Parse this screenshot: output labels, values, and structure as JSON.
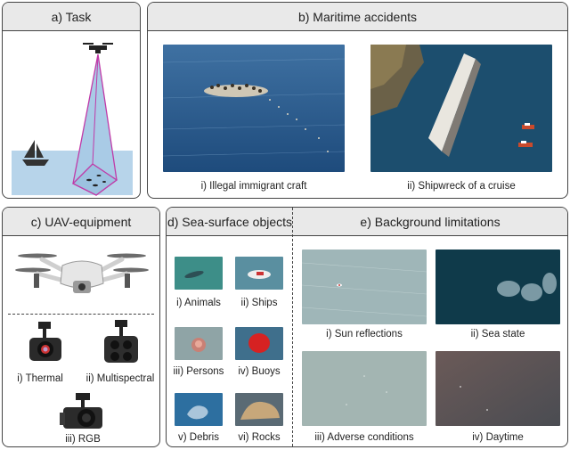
{
  "panels": {
    "task": {
      "title": "a) Task"
    },
    "accidents": {
      "title": "b) Maritime accidents",
      "captions": [
        "i) Illegal immigrant craft",
        "ii) Shipwreck of a cruise"
      ]
    },
    "equipment": {
      "title": "c) UAV-equipment",
      "captions": [
        "i) Thermal",
        "ii) Multispectral",
        "iii) RGB"
      ]
    },
    "objects": {
      "title": "d) Sea-surface objects",
      "captions": [
        "i) Animals",
        "ii) Ships",
        "iii) Persons",
        "iv) Buoys",
        "v) Debris",
        "vi) Rocks"
      ]
    },
    "background": {
      "title": "e) Background limitations",
      "captions": [
        "i) Sun reflections",
        "ii) Sea state",
        "iii) Adverse conditions",
        "iv) Daytime"
      ]
    }
  },
  "colors": {
    "header_bg": "#e9e9e9",
    "border": "#444444",
    "pyramid_edge": "#c03aa8",
    "sea": "#b7d4ea"
  }
}
